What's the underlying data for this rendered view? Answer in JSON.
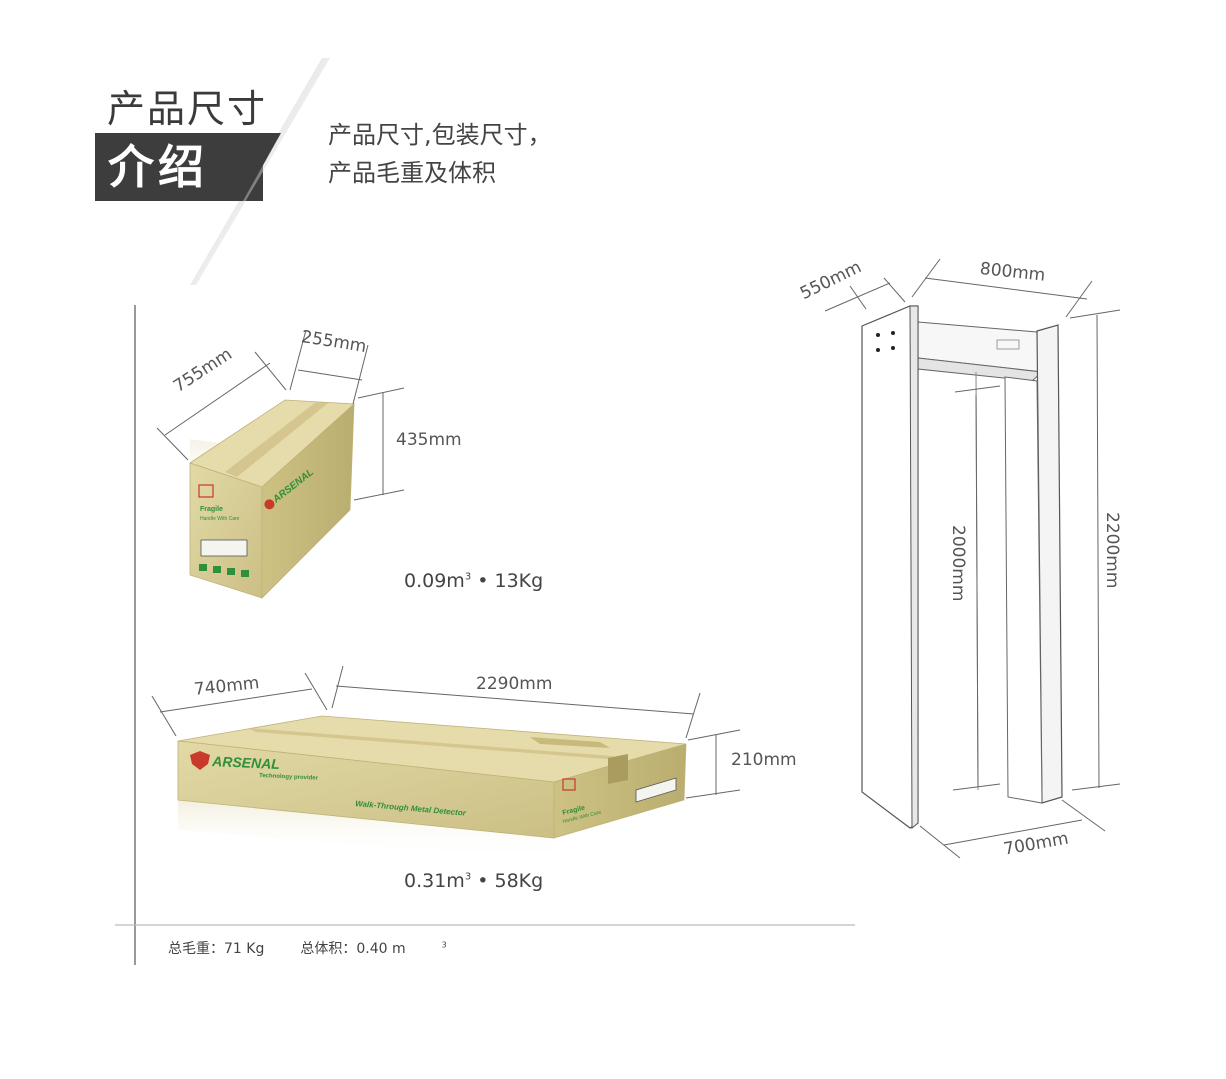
{
  "header": {
    "title_line1": "产品尺寸",
    "title_line2": "介绍",
    "subtitle_line1": "产品尺寸,包装尺寸，",
    "subtitle_line2": "产品毛重及体积"
  },
  "small_box": {
    "width": "755mm",
    "depth": "255mm",
    "height": "435mm",
    "volume": "0.09m",
    "weight": "13Kg",
    "label_fragile": "Fragile",
    "label_handle": "Handle With Care",
    "brand": "ARSENAL"
  },
  "large_box": {
    "width": "740mm",
    "length": "2290mm",
    "height": "210mm",
    "volume": "0.31m",
    "weight": "58Kg",
    "brand": "ARSENAL",
    "brand_sub": "Technology provider",
    "product_text": "Walk-Through Metal Detector",
    "label_fragile": "Fragile",
    "label_handle": "Handle With Care"
  },
  "detector": {
    "depth": "550mm",
    "width": "800mm",
    "inner_height": "2000mm",
    "total_height": "2200mm",
    "base_width": "700mm"
  },
  "footer": {
    "total_weight": "总毛重：71 Kg",
    "total_volume": "总体积：0.40 m"
  },
  "colors": {
    "box_front": "#d9cf9a",
    "box_side": "#c9bd7f",
    "box_top": "#e6dcab",
    "brand_green": "#2f8f3a",
    "brand_red": "#c83a2a",
    "title_box": "#3d3d3d"
  }
}
